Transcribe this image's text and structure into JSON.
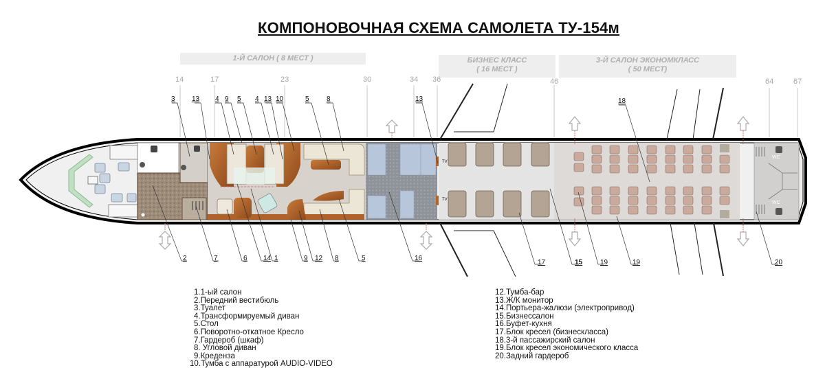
{
  "title": "КОМПОНОВОЧНАЯ СХЕМА САМОЛЕТА ТУ-154м",
  "zones": [
    {
      "id": "salon1",
      "label": "1-Й САЛОН (  8 МЕСТ )"
    },
    {
      "id": "business",
      "label": "БИЗНЕС КЛАСС\n( 16 МЕСТ )",
      "line1": "БИЗНЕС КЛАСС",
      "line2": "( 16 МЕСТ )"
    },
    {
      "id": "economy",
      "label": "3-Й САЛОН ЭКОНОМКЛАСС\n( 50 МЕСТ)",
      "line1": "3-Й САЛОН ЭКОНОМКЛАСС",
      "line2": "( 50 МЕСТ)"
    }
  ],
  "frames": [
    "14",
    "17",
    "23",
    "30",
    "34",
    "36",
    "46",
    "64",
    "67"
  ],
  "callouts_top": [
    "3",
    "13",
    "4",
    "9",
    "5",
    "4",
    "13",
    "10",
    "5",
    "8",
    "13",
    "18"
  ],
  "callouts_bottom": [
    "2",
    "7",
    "6",
    "14",
    "1",
    "9",
    "12",
    "8",
    "5",
    "16",
    "17",
    "15",
    "19",
    "19",
    "20"
  ],
  "legend_left": [
    "1.1-ый салон",
    "2.Передний вестибюль",
    "3.Туалет",
    "4.Трансформируемый диван",
    "5.Стол",
    "6.Поворотно-откатное Кресло",
    "7.Гардероб (шкаф)",
    "8. Угловой диван",
    "9.Креденза",
    "10.Тумба с аппаратурой AUDIO-VIDEO"
  ],
  "legend_right": [
    "12.Тумба-бар",
    "13.Ж/К монитор",
    "14.Портьера-жалюзи (электропривод)",
    "15.Бизнессалон",
    "16.Буфет-кухня",
    "17.Блок кресел (бизнескласса)",
    "18.3-й пассажирский салон",
    "19.Блок кресел экономического класса",
    "20.Задний гардероб"
  ],
  "interior_labels": {
    "tv": "TV",
    "wc": "WC"
  },
  "colors": {
    "wood": "#b5652a",
    "carpet_vestibule": "#9c8a78",
    "galley": "#8f9499",
    "galley_panels": "#b8c6dc",
    "business_seat": "#9c8b7a",
    "economy_seat": "#b99a8a",
    "cockpit_glass": "#bfe0c2",
    "floor": "#e6e6e6"
  }
}
